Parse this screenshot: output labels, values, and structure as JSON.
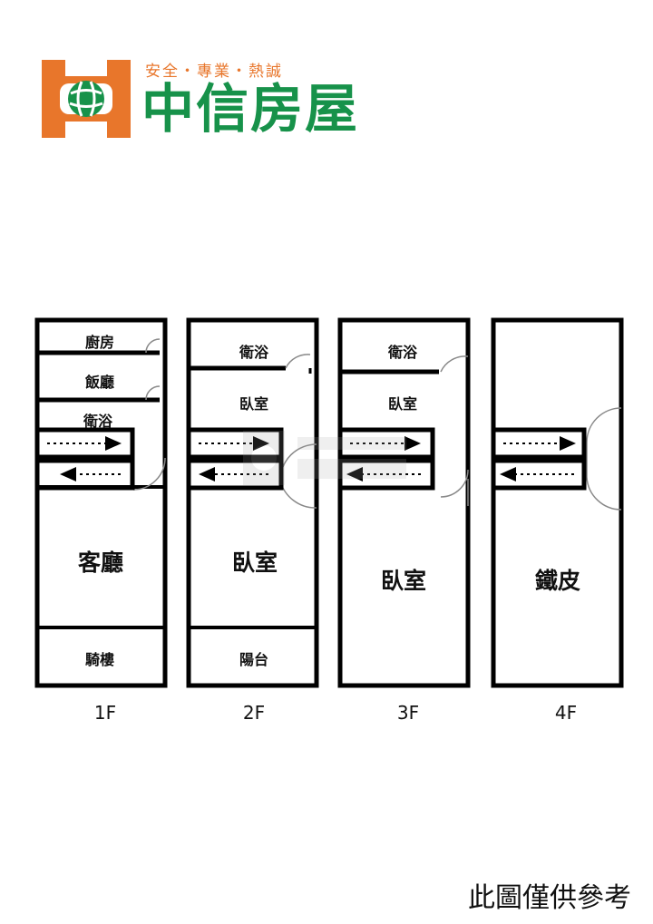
{
  "header": {
    "tagline": "安全・專業・熱誠",
    "brand_name": "中信房屋",
    "logo_icon": "globe-house-logo",
    "colors": {
      "orange": "#e8762b",
      "green": "#17924a"
    }
  },
  "floors": [
    {
      "label": "1F",
      "rooms": {
        "top1": "廚房",
        "top2": "飯廳",
        "top3": "衛浴",
        "main": "客廳",
        "bottom": "騎樓"
      }
    },
    {
      "label": "2F",
      "rooms": {
        "top1": "衛浴",
        "top2": "臥室",
        "main": "臥室",
        "bottom": "陽台"
      }
    },
    {
      "label": "3F",
      "rooms": {
        "top1": "衛浴",
        "top2": "臥室",
        "main": "臥室"
      }
    },
    {
      "label": "4F",
      "rooms": {
        "main": "鐵皮"
      }
    }
  ],
  "footer": {
    "disclaimer": "此圖僅供參考"
  }
}
